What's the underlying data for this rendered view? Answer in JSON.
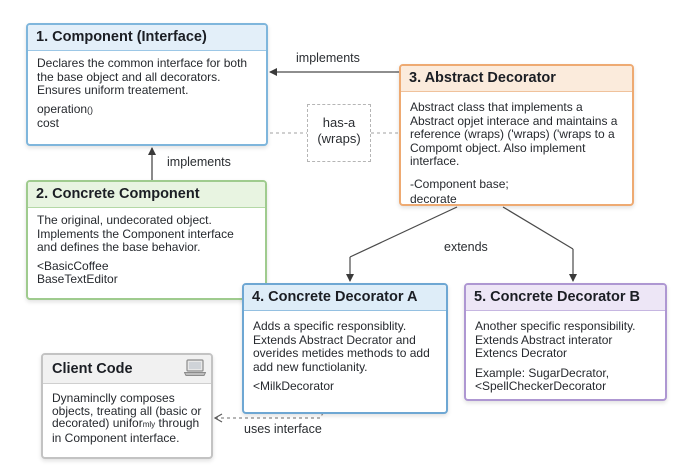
{
  "component": {
    "title": "1. Component (Interface)",
    "desc": "Declares the common interface for both the base object and all decorators. Ensures uniform treatement.",
    "members": [
      "operation",
      "()",
      "cost"
    ]
  },
  "concrete_component": {
    "title": "2. Concrete Component",
    "desc": "The original, undecorated object. Implements the Component interface and defines the base behavior.",
    "examples": [
      "<BasicCoffee",
      "BaseTextEditor"
    ]
  },
  "abstract_decorator": {
    "title": "3. Abstract Decorator",
    "desc": "Abstract class that implements a Abstract opjet interace and maintains a reference (wraps) ('wraps) ('wraps to a Compomt object. Also implement interface.",
    "members": [
      "-Component base;",
      "decorate"
    ]
  },
  "decorator_a": {
    "title": "4. Concrete Decorator A",
    "desc": "Adds a specific responsiblity. Extends Abstract Decrator and overides metides methods to add add new functiolanity.",
    "example": "<MilkDecorator"
  },
  "decorator_b": {
    "title": "5. Concrete Decorator B",
    "desc": "Another specific responsibility. Extends Abstract interator Extencs Decrator",
    "examples": [
      "Example: SugarDecrator,",
      "<SpellCheckerDecorator"
    ]
  },
  "client": {
    "title": "Client Code",
    "desc_before": "Dynaminclly composes objects, treating all (basic or decorated) unifor",
    "desc_small": "mly",
    "desc_after": " through in Component interface."
  },
  "connectors": {
    "implements_top": "implements",
    "implements_left": "implements",
    "has_a": "has-a",
    "wraps": "(wraps)",
    "extends": "extends",
    "uses_interface": "uses interface"
  },
  "icons": {
    "laptop": "laptop-icon"
  }
}
